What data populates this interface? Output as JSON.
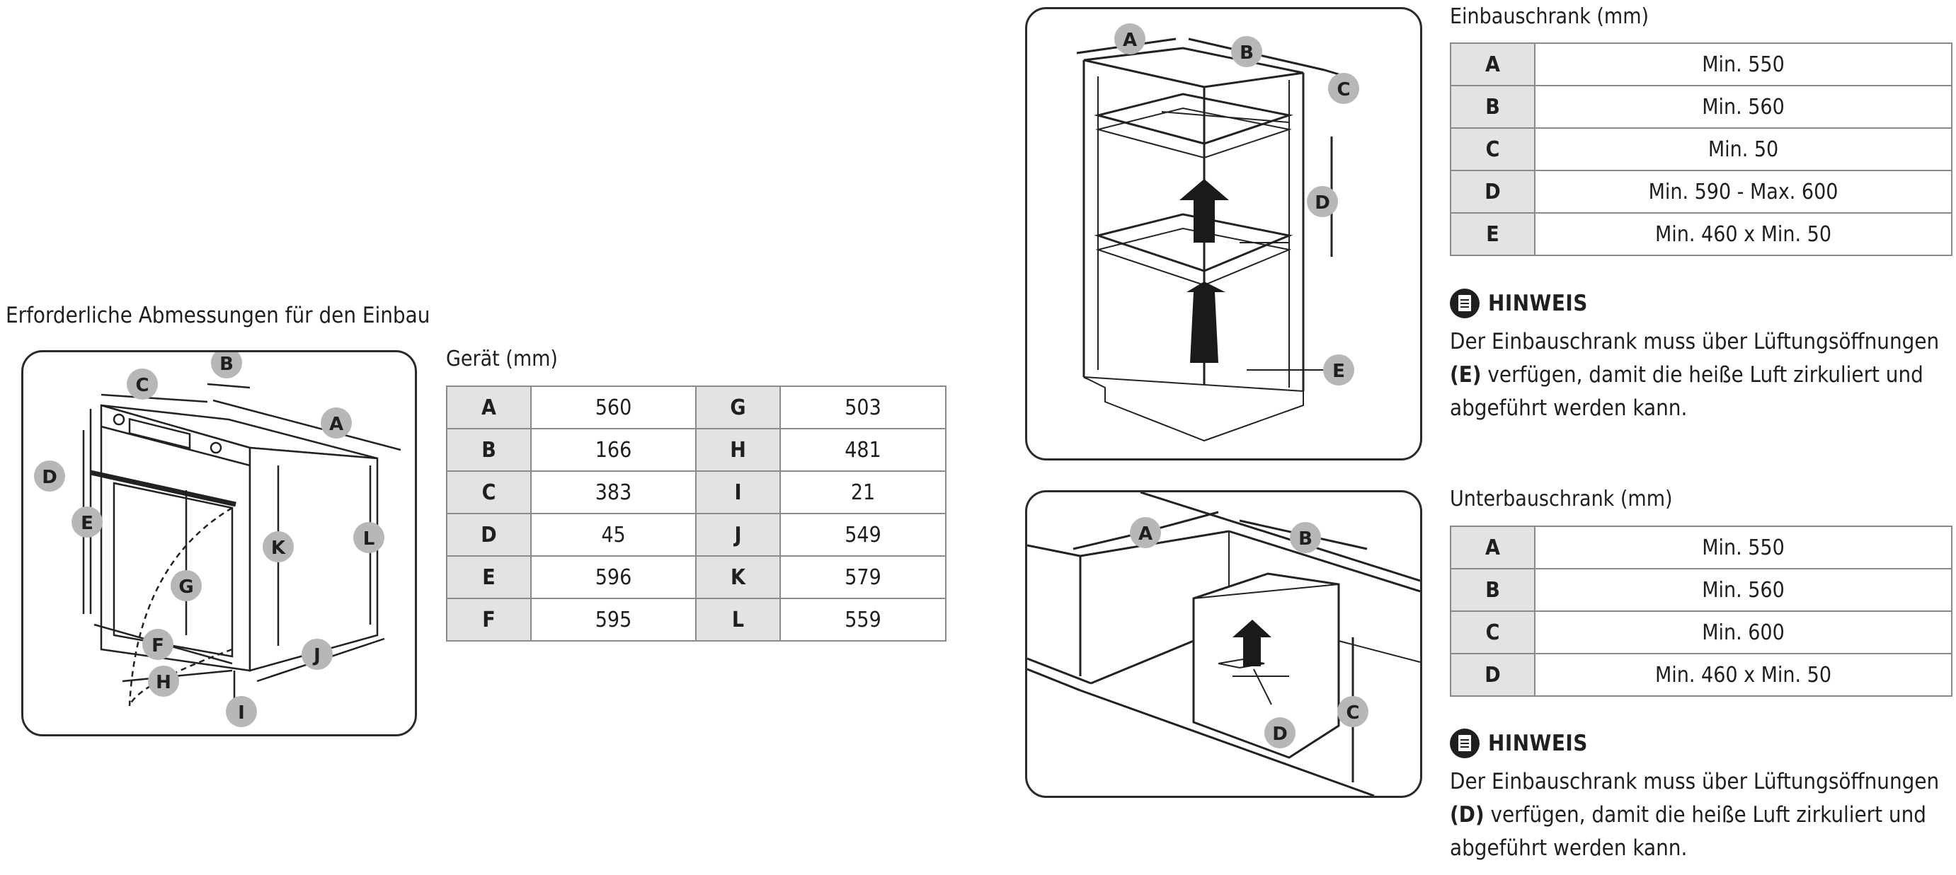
{
  "section_title": "Erforderliche Abmessungen für den Einbau",
  "geraet": {
    "caption": "Gerät (mm)",
    "rows": [
      {
        "l1": "A",
        "v1": "560",
        "l2": "G",
        "v2": "503"
      },
      {
        "l1": "B",
        "v1": "166",
        "l2": "H",
        "v2": "481"
      },
      {
        "l1": "C",
        "v1": "383",
        "l2": "I",
        "v2": "21"
      },
      {
        "l1": "D",
        "v1": "45",
        "l2": "J",
        "v2": "549"
      },
      {
        "l1": "E",
        "v1": "596",
        "l2": "K",
        "v2": "579"
      },
      {
        "l1": "F",
        "v1": "595",
        "l2": "L",
        "v2": "559"
      }
    ]
  },
  "einbauschrank": {
    "caption": "Einbauschrank (mm)",
    "rows": [
      {
        "label": "A",
        "value": "Min. 550"
      },
      {
        "label": "B",
        "value": "Min. 560"
      },
      {
        "label": "C",
        "value": "Min. 50"
      },
      {
        "label": "D",
        "value": "Min. 590 - Max. 600"
      },
      {
        "label": "E",
        "value": "Min. 460 x Min. 50"
      }
    ],
    "note_title": "HINWEIS",
    "note_pre": "Der Einbauschrank muss über Lüftungsöffnungen ",
    "note_ref": "(E)",
    "note_post": " verfügen, damit die heiße Luft zirkuliert und abgeführt werden kann."
  },
  "unterbauschrank": {
    "caption": "Unterbauschrank (mm)",
    "rows": [
      {
        "label": "A",
        "value": "Min. 550"
      },
      {
        "label": "B",
        "value": "Min. 560"
      },
      {
        "label": "C",
        "value": "Min. 600"
      },
      {
        "label": "D",
        "value": "Min. 460 x Min. 50"
      }
    ],
    "note_title": "HINWEIS",
    "note_pre": "Der Einbauschrank muss über Lüftungsöffnungen ",
    "note_ref": "(D)",
    "note_post": " verfügen, damit die heiße Luft zirkuliert und abgeführt werden kann."
  },
  "oven_callouts": [
    "A",
    "B",
    "C",
    "D",
    "E",
    "F",
    "G",
    "H",
    "I",
    "J",
    "K",
    "L"
  ],
  "tall_cabinet_callouts": [
    "A",
    "B",
    "C",
    "D",
    "E"
  ],
  "under_counter_callouts": [
    "A",
    "B",
    "C",
    "D"
  ],
  "colors": {
    "callout_fill": "#b7b7b7",
    "table_label_bg": "#e3e3e3",
    "border": "#8a8a8a"
  }
}
